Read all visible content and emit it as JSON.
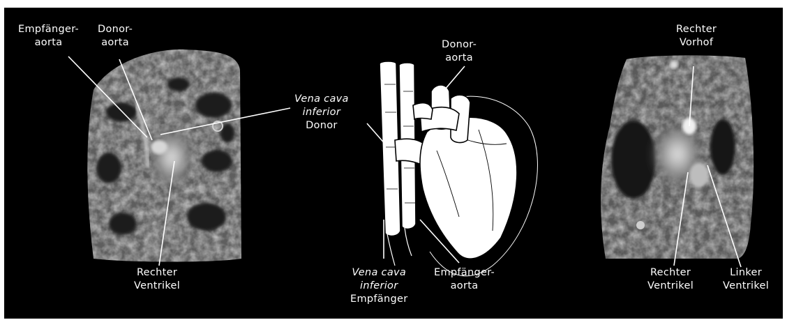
{
  "colors": {
    "background": "#000000",
    "label": "#ffffff",
    "pointer": "#ffffff",
    "drawing_fill": "#ffffff",
    "drawing_stroke": "#000000"
  },
  "panels": {
    "left": {
      "labels": {
        "recipient_aorta": [
          "Empfänger-",
          "aorta"
        ],
        "donor_aorta": [
          "Donor-",
          "aorta"
        ],
        "right_ventricle": [
          "Rechter",
          "Ventrikel"
        ]
      }
    },
    "middle": {
      "labels": {
        "ivc_donor": [
          "Vena cava",
          "inferior",
          "Donor"
        ],
        "donor_aorta": [
          "Donor-",
          "aorta"
        ],
        "ivc_recipient": [
          "Vena cava",
          "inferior",
          "Empfänger"
        ],
        "recipient_aorta": [
          "Empfänger-",
          "aorta"
        ]
      }
    },
    "right": {
      "labels": {
        "right_atrium": [
          "Rechter",
          "Vorhof"
        ],
        "right_ventricle": [
          "Rechter",
          "Ventrikel"
        ],
        "left_ventricle": [
          "Linker",
          "Ventrikel"
        ]
      }
    }
  }
}
